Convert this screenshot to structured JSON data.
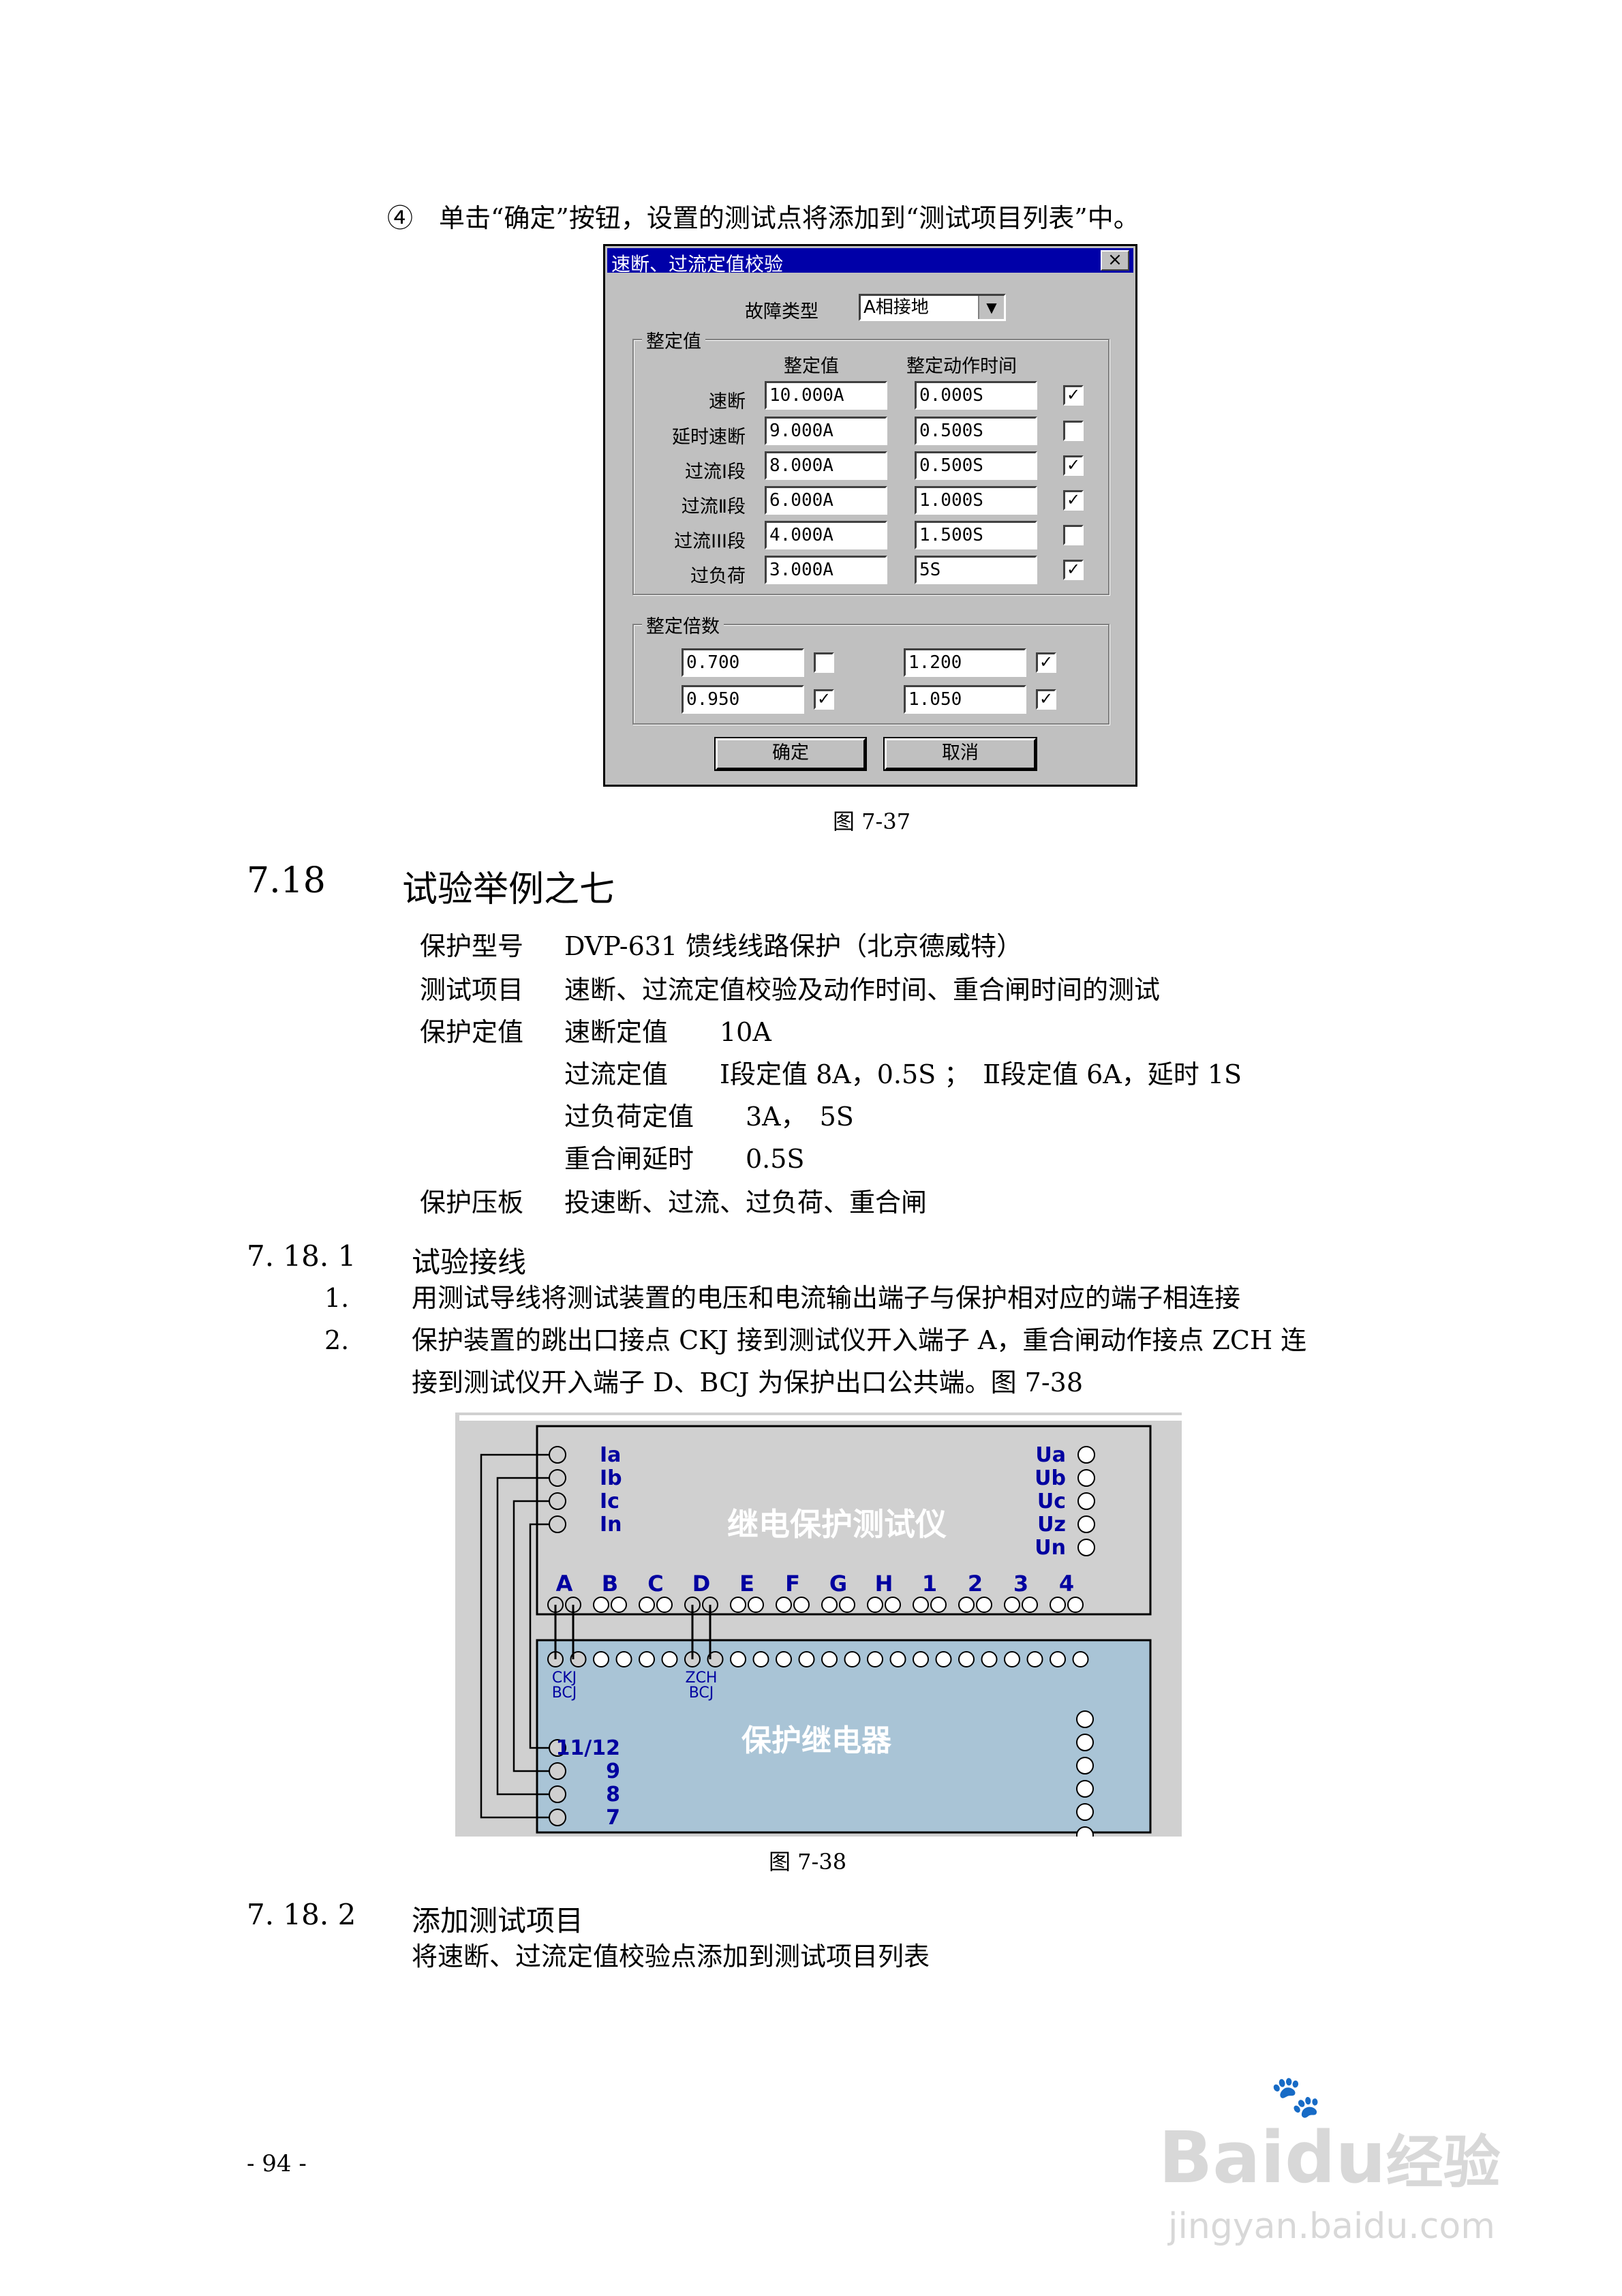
{
  "step_text": "④　单击“确定”按钮，设置的测试点将添加到“测试项目列表”中。",
  "dialog": {
    "title": "速断、过流定值校验",
    "close_label": "×",
    "fault_type_label": "故障类型",
    "fault_type_value": "A相接地",
    "group1_label": "整定值",
    "col_setting": "整定值",
    "col_time": "整定动作时间",
    "rows": [
      {
        "label": "速断",
        "value": "10.000A",
        "time": "0.000S",
        "checked": "✓"
      },
      {
        "label": "延时速断",
        "value": " 9.000A",
        "time": " 0.500S",
        "checked": ""
      },
      {
        "label": "过流Ⅰ段",
        "value": " 8.000A",
        "time": " 0.500S",
        "checked": "✓"
      },
      {
        "label": "过流Ⅱ段",
        "value": " 6.000A",
        "time": " 1.000S",
        "checked": "✓"
      },
      {
        "label": "过流III段",
        "value": " 4.000A",
        "time": " 1.500S",
        "checked": ""
      },
      {
        "label": "过负荷",
        "value": "3.000A",
        "time": "5S",
        "checked": "✓"
      }
    ],
    "group2_label": "整定倍数",
    "multiples": [
      {
        "value": "0.700",
        "checked": ""
      },
      {
        "value": " 1.200",
        "checked": "✓"
      },
      {
        "value": "0.950",
        "checked": "✓"
      },
      {
        "value": "1.050",
        "checked": "✓"
      }
    ],
    "ok_label": "确定",
    "cancel_label": "取消"
  },
  "fig1_caption": "图 7-37",
  "section": {
    "number": "7.18",
    "title": "试验举例之七",
    "info": [
      {
        "key": "保护型号",
        "value": "DVP-631 馈线线路保护（北京德威特）"
      },
      {
        "key": "测试项目",
        "value": "速断、过流定值校验及动作时间、重合闸时间的测试"
      },
      {
        "key": "保护定值",
        "value": "速断定值　　10A"
      },
      {
        "key": "",
        "value": "过流定值　　Ⅰ段定值 8A，0.5S ；　Ⅱ段定值 6A，延时 1S"
      },
      {
        "key": "",
        "value": "过负荷定值　　3A，　5S"
      },
      {
        "key": "",
        "value": "重合闸延时　　0.5S"
      },
      {
        "key": "保护压板",
        "value": "投速断、过流、过负荷、重合闸"
      }
    ]
  },
  "sub1": {
    "number": "7. 18. 1",
    "title": "试验接线",
    "items": [
      {
        "num": "1.",
        "text": "用测试导线将测试装置的电压和电流输出端子与保护相对应的端子相连接"
      },
      {
        "num": "2.",
        "text": "保护装置的跳出口接点 CKJ 接到测试仪开入端子 A，重合闸动作接点 ZCH 连"
      },
      {
        "num": "",
        "text": "接到测试仪开入端子 D、BCJ 为保护出口公共端。图 7-38"
      }
    ]
  },
  "diagram": {
    "tester_title": "继电保护测试仪",
    "relay_title": "保护继电器",
    "current_terms": [
      "Ia",
      "Ib",
      "Ic",
      "In"
    ],
    "voltage_terms": [
      "Ua",
      "Ub",
      "Uc",
      "Uz",
      "Un"
    ],
    "inputs": [
      "A",
      "B",
      "C",
      "D",
      "E",
      "F",
      "G",
      "H",
      "1",
      "2",
      "3",
      "4"
    ],
    "relay_left": [
      "11/12",
      "9",
      "8",
      "7"
    ],
    "ckj": "CKJ",
    "bcj1": "BCJ",
    "zch": "ZCH",
    "bcj2": "BCJ",
    "colors": {
      "bg": "#d0d0d0",
      "relay": "#a9c4d6",
      "label": "#0000a0",
      "title": "#ffffff"
    }
  },
  "fig2_caption": "图 7-38",
  "sub2": {
    "number": "7. 18. 2",
    "title": "添加测试项目",
    "text": "将速断、过流定值校验点添加到测试项目列表"
  },
  "page_number": "- 94 -",
  "watermark": {
    "brand": "Bai",
    "brand2": "du",
    "brand3": "经验",
    "url": "jingyan.baidu.com"
  }
}
